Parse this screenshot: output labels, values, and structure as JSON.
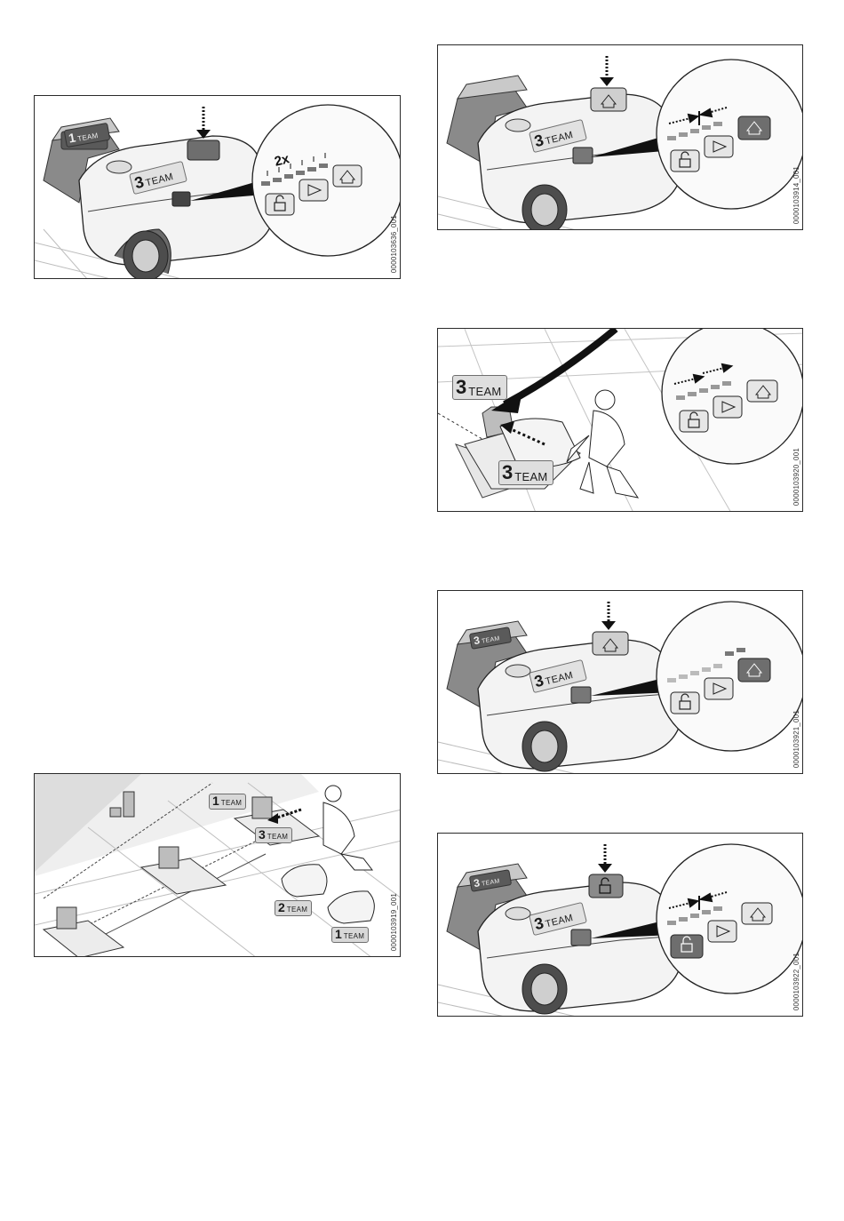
{
  "figures": [
    {
      "id": "0000103636_001",
      "badges": [
        {
          "num": "1",
          "text": "TEAM"
        },
        {
          "num": "3",
          "text": "TEAM"
        }
      ],
      "press_count": "2x"
    },
    {
      "id": "0000103914_001",
      "badges": [
        {
          "num": "3",
          "text": "TEAM"
        }
      ]
    },
    {
      "id": "0000103920_001",
      "badges": [
        {
          "num": "3",
          "text": "TEAM"
        },
        {
          "num": "3",
          "text": "TEAM"
        }
      ]
    },
    {
      "id": "0000103921_001",
      "badges": [
        {
          "num": "3",
          "text": "TEAM"
        },
        {
          "num": "3",
          "text": "TEAM"
        }
      ]
    },
    {
      "id": "0000103922_001",
      "badges": [
        {
          "num": "3",
          "text": "TEAM"
        },
        {
          "num": "3",
          "text": "TEAM"
        }
      ]
    },
    {
      "id": "0000103919_001",
      "badges": [
        {
          "num": "1",
          "text": "TEAM"
        },
        {
          "num": "3",
          "text": "TEAM"
        },
        {
          "num": "2",
          "text": "TEAM"
        },
        {
          "num": "1",
          "text": "TEAM"
        }
      ]
    }
  ],
  "icons": [
    "station-house-icon",
    "play-icon",
    "lock-open-icon",
    "press-arrow-icon"
  ],
  "colors": {
    "border": "#2a2a2a",
    "highlight_button": "#6e6e6e",
    "panel": "#e6e6e6",
    "ink": "#1a1a1a"
  }
}
